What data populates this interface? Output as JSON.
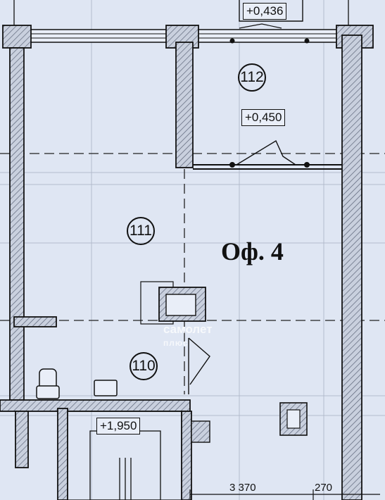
{
  "plan": {
    "office_label": "Оф. 4",
    "rooms": [
      {
        "id": "room-112",
        "number": "112"
      },
      {
        "id": "room-111",
        "number": "111"
      },
      {
        "id": "room-110",
        "number": "110"
      }
    ],
    "levels": [
      {
        "id": "level-top",
        "value": "+0,436"
      },
      {
        "id": "level-112",
        "value": "+0,450"
      },
      {
        "id": "level-bottom",
        "value": "+1,950"
      }
    ],
    "dimensions": [
      {
        "id": "dim-3370",
        "value": "3 370"
      },
      {
        "id": "dim-270",
        "value": "270"
      }
    ],
    "watermark": {
      "line1": "самолет",
      "line2": "плюс"
    }
  },
  "colors": {
    "background": "#dfe6f3",
    "ink": "#111111",
    "wall_hatch": "#9aa4b6"
  }
}
